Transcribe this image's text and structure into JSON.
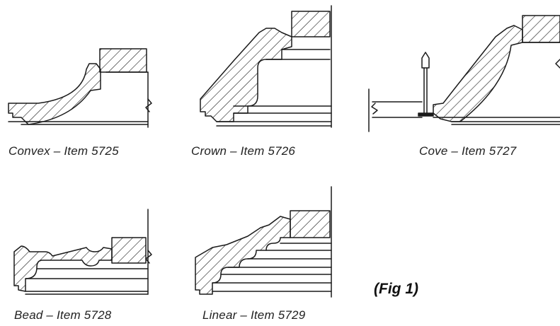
{
  "captions": {
    "convex": "Convex – Item 5725",
    "crown": "Crown – Item 5726",
    "cove": "Cove – Item 5727",
    "bead": "Bead – Item 5728",
    "linear": "Linear – Item 5729"
  },
  "figure_label": "(Fig 1)",
  "colors": {
    "line": "#1a1a1a",
    "background": "#ffffff"
  }
}
